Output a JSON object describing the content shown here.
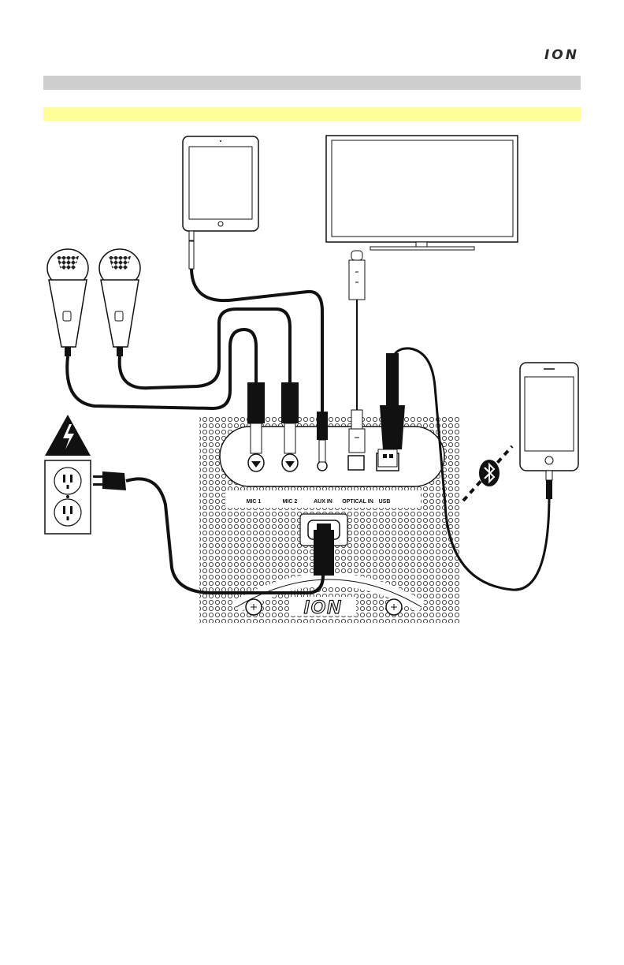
{
  "brand": {
    "logo_text": "ION"
  },
  "panel": {
    "mic1": "MIC 1",
    "mic2": "MIC 2",
    "aux": "AUX IN",
    "optical": "OPTICAL IN",
    "usb": "USB",
    "badge": "ION"
  },
  "bluetooth": {
    "icon": "bluetooth-icon"
  },
  "colors": {
    "header_bar": "#cfcfcf",
    "highlight_bar": "#ffff99",
    "cable": "#111111"
  }
}
